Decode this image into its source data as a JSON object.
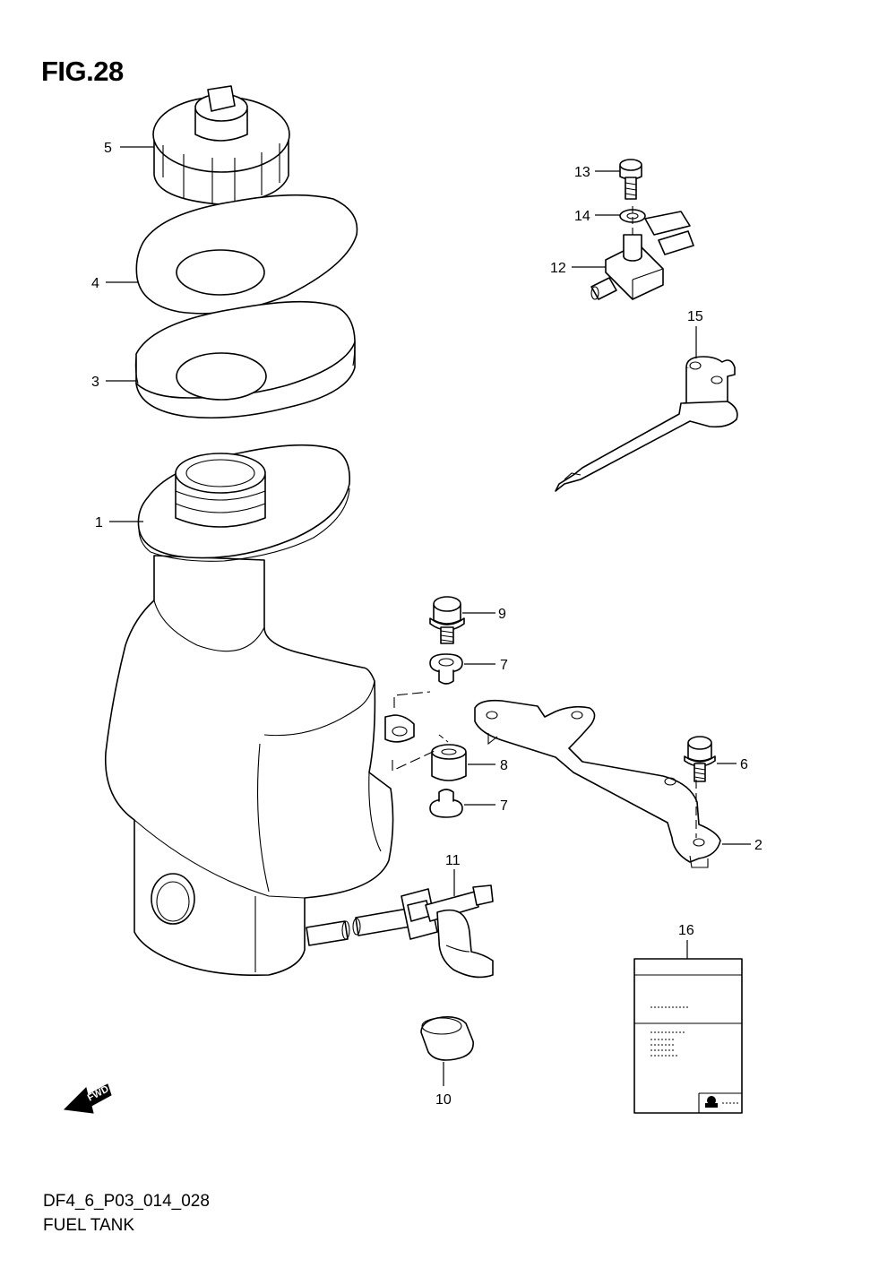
{
  "figure": {
    "title": "FIG.28",
    "code": "DF4_6_P03_014_028",
    "name": "FUEL TANK"
  },
  "fwd_label": "FWD",
  "callouts": [
    "1",
    "2",
    "3",
    "4",
    "5",
    "6",
    "7",
    "7",
    "8",
    "9",
    "10",
    "11",
    "12",
    "13",
    "14",
    "15",
    "16"
  ]
}
